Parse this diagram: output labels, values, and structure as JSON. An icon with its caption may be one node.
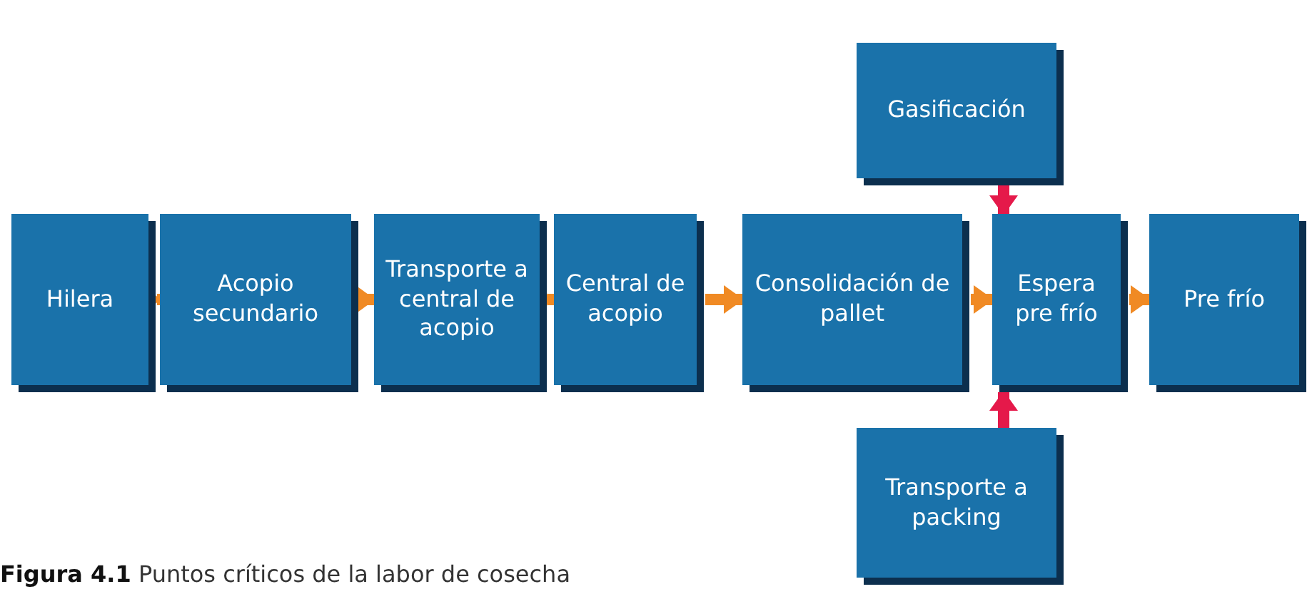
{
  "diagram": {
    "caption": "**Figura 4.1** Puntos críticos de la labor de cosecha",
    "nodes": [
      {
        "text": [
          "Hilera"
        ]
      },
      {
        "text": [
          "Acopio secundario"
        ]
      },
      {
        "text": [
          "Transporte a central de acopio"
        ]
      },
      {
        "text": [
          "Central de acopio"
        ]
      },
      {
        "text": [
          "Consolidación de pallet"
        ]
      },
      {
        "text": [
          "Espera pre frío"
        ]
      },
      {
        "text": [
          "Pre frío"
        ]
      },
      {
        "text": [
          "Gasificación"
        ]
      },
      {
        "text": [
          "Transporte a packing"
        ]
      }
    ],
    "edges": [
      {
        "from": 0,
        "to": 1,
        "arrow": "to"
      },
      {
        "from": 1,
        "to": 2,
        "arrow": "to"
      },
      {
        "from": 2,
        "to": 3,
        "arrow": "to"
      },
      {
        "from": 3,
        "to": 4,
        "arrow": "to"
      },
      {
        "from": 4,
        "to": 5,
        "arrow": "to"
      },
      {
        "from": 5,
        "to": 6,
        "arrow": "to"
      },
      {
        "from": 7,
        "to": 5,
        "arrow": "to",
        "color": "#e5194a"
      },
      {
        "from": 8,
        "to": 5,
        "arrow": "to",
        "color": "#e5194a"
      }
    ]
  }
}
